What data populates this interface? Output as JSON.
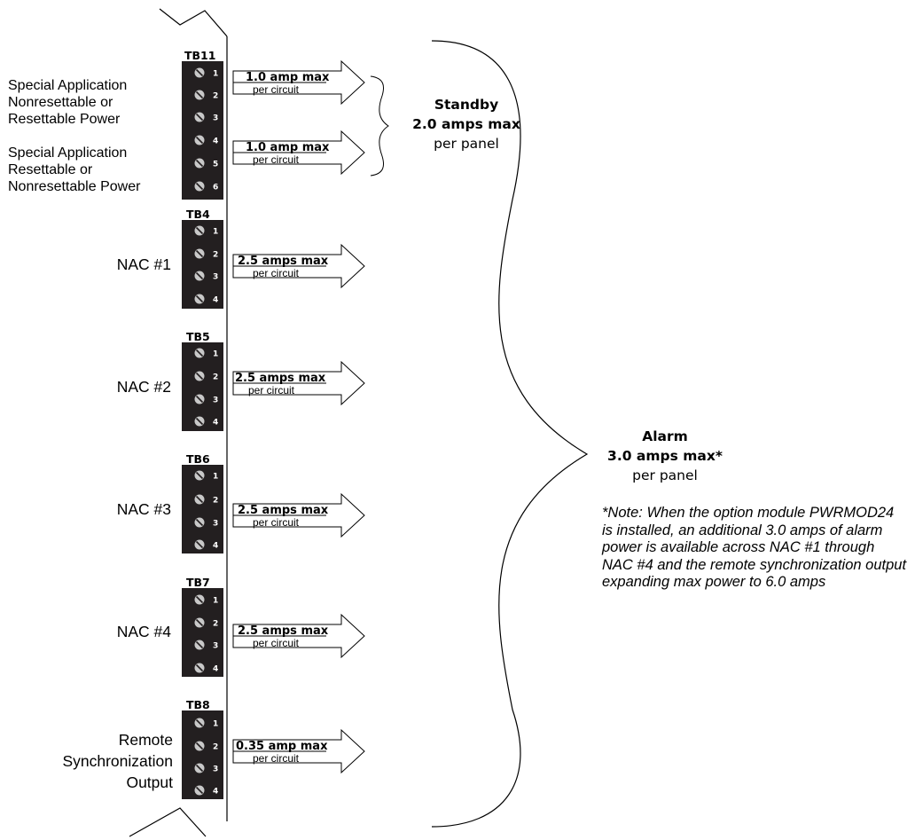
{
  "panel_labels": {
    "special_1": [
      "Special Application",
      "Nonresettable or",
      "Resettable Power"
    ],
    "special_2": [
      "Special Application",
      "Resettable or",
      "Nonresettable Power"
    ],
    "nac1": [
      "NAC #1"
    ],
    "nac2": [
      "NAC #2"
    ],
    "nac3": [
      "NAC #3"
    ],
    "nac4": [
      "NAC #4"
    ],
    "remote_sync": [
      "Remote",
      "Synchronization",
      "Output"
    ]
  },
  "terminal_blocks": [
    {
      "name": "TB11",
      "terminals": [
        "1",
        "2",
        "3",
        "4",
        "5",
        "6"
      ]
    },
    {
      "name": "TB4",
      "terminals": [
        "1",
        "2",
        "3",
        "4"
      ]
    },
    {
      "name": "TB5",
      "terminals": [
        "1",
        "2",
        "3",
        "4"
      ]
    },
    {
      "name": "TB6",
      "terminals": [
        "1",
        "2",
        "3",
        "4"
      ]
    },
    {
      "name": "TB7",
      "terminals": [
        "1",
        "2",
        "3",
        "4"
      ]
    },
    {
      "name": "TB8",
      "terminals": [
        "1",
        "2",
        "3",
        "4"
      ]
    }
  ],
  "arrows": [
    {
      "label": "1.0 amp max",
      "sublabel": "per circuit"
    },
    {
      "label": "1.0 amp max",
      "sublabel": "per circuit"
    },
    {
      "label": "2.5 amps max",
      "sublabel": "per circuit"
    },
    {
      "label": "2.5 amps max",
      "sublabel": "per circuit"
    },
    {
      "label": "2.5 amps max",
      "sublabel": "per circuit"
    },
    {
      "label": "2.5 amps max",
      "sublabel": "per circuit"
    },
    {
      "label": "0.35 amp max",
      "sublabel": "per circuit"
    }
  ],
  "standby": {
    "title": "Standby",
    "limit": "2.0 amps max",
    "scope": "per panel"
  },
  "alarm": {
    "title": "Alarm",
    "limit": "3.0 amps max*",
    "scope": "per panel"
  },
  "note": "*Note: When the option module PWRMOD24 is installed, an additional 3.0 amps of alarm power is available across NAC #1 through NAC #4 and the remote synchronization output expanding max power to 6.0 amps",
  "colors": {
    "terminal_block": "#231f20",
    "screw": "#c8c8c8",
    "line": "#000000",
    "arrow_fill": "#ffffff"
  }
}
